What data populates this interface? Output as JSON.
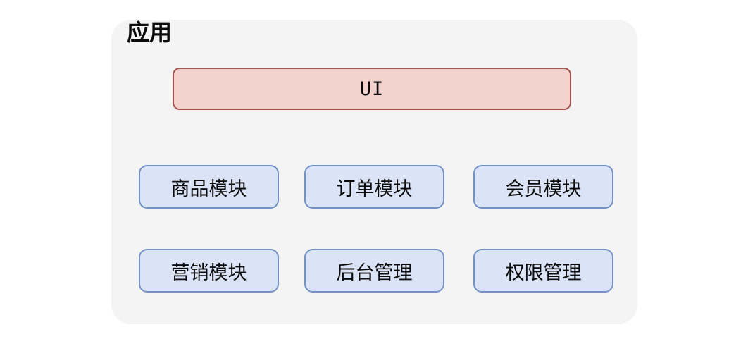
{
  "diagram": {
    "title": "应用",
    "background_color": "#ffffff",
    "container_color": "#f4f4f4",
    "ui_bar": {
      "label": "UI",
      "fill_color": "#f3d1cd",
      "border_color": "#a75450"
    },
    "module_style": {
      "fill_color": "#dbe4f7",
      "border_color": "#7291c4"
    },
    "modules": [
      {
        "label": "商品模块",
        "row": 0,
        "col": 0
      },
      {
        "label": "订单模块",
        "row": 0,
        "col": 1
      },
      {
        "label": "会员模块",
        "row": 0,
        "col": 2
      },
      {
        "label": "营销模块",
        "row": 1,
        "col": 0
      },
      {
        "label": "后台管理",
        "row": 1,
        "col": 1
      },
      {
        "label": "权限管理",
        "row": 1,
        "col": 2
      }
    ]
  }
}
